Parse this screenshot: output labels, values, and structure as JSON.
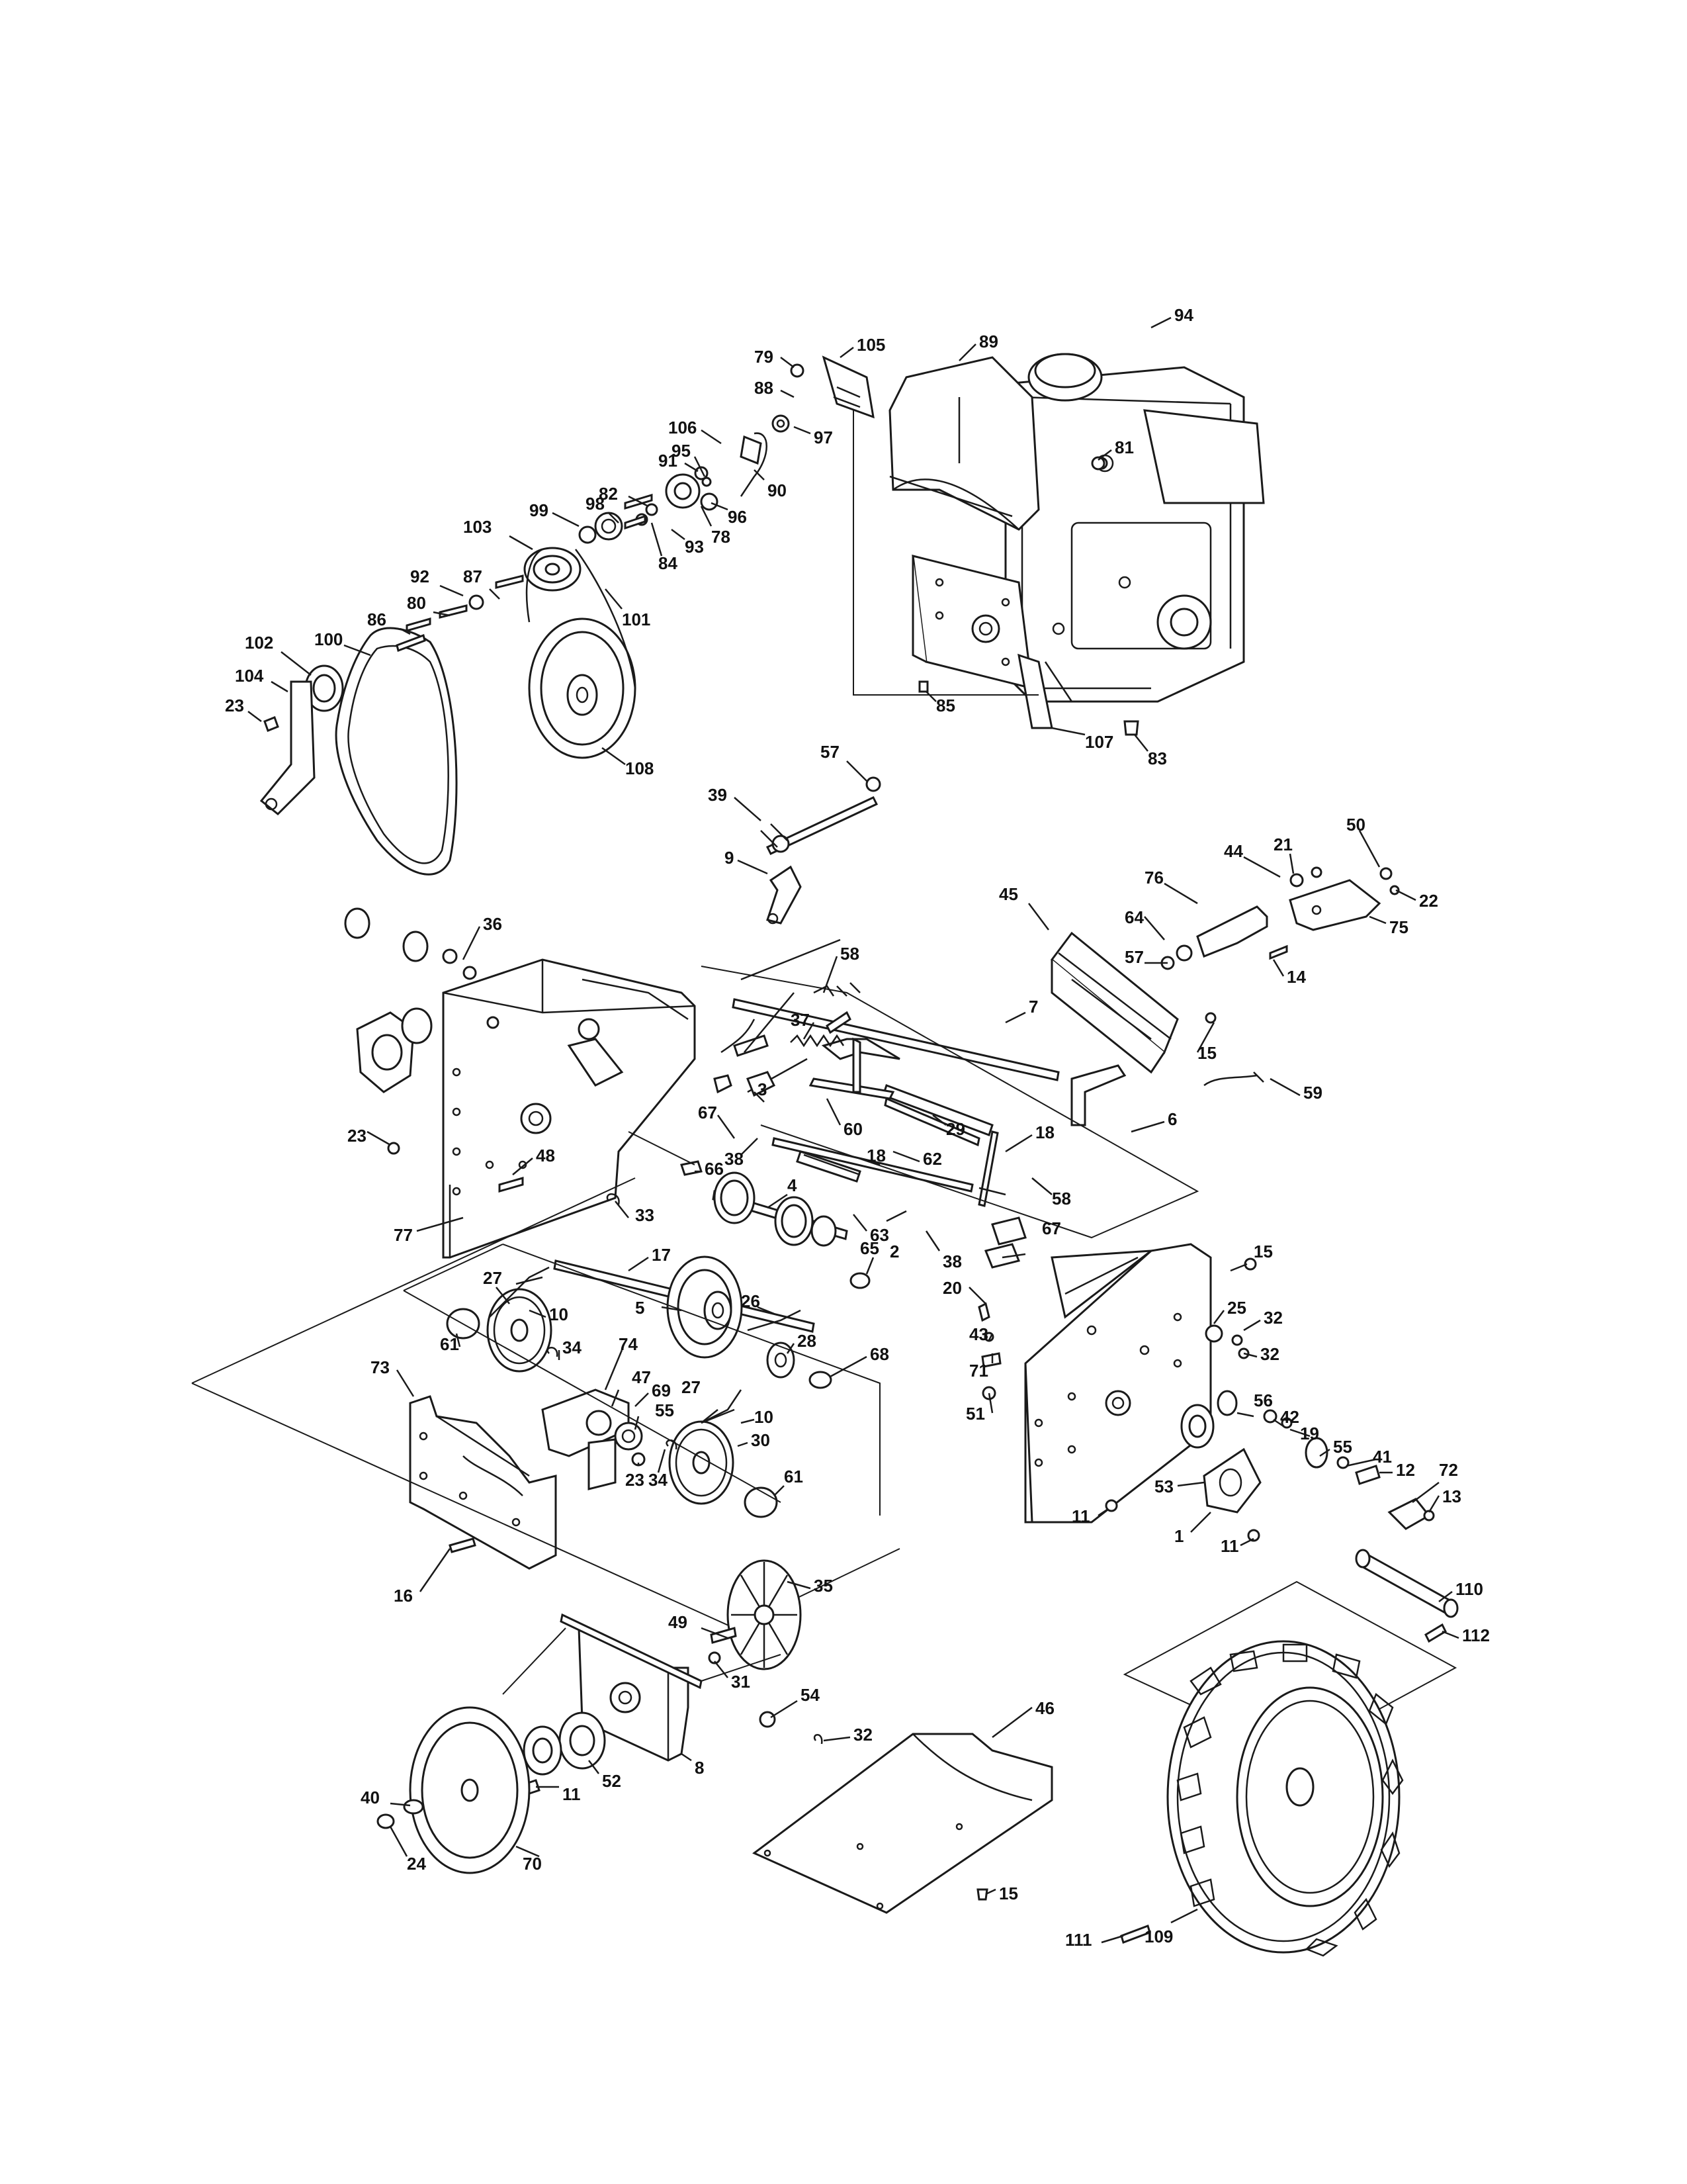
{
  "diagram": {
    "callouts": [
      {
        "id": "79",
        "label": "79"
      },
      {
        "id": "105",
        "label": "105"
      },
      {
        "id": "89",
        "label": "89"
      },
      {
        "id": "94",
        "label": "94"
      },
      {
        "id": "88",
        "label": "88"
      },
      {
        "id": "97",
        "label": "97"
      },
      {
        "id": "106",
        "label": "106"
      },
      {
        "id": "81",
        "label": "81"
      },
      {
        "id": "91",
        "label": "91"
      },
      {
        "id": "95",
        "label": "95"
      },
      {
        "id": "90",
        "label": "90"
      },
      {
        "id": "82",
        "label": "82"
      },
      {
        "id": "96",
        "label": "96"
      },
      {
        "id": "99",
        "label": "99"
      },
      {
        "id": "98",
        "label": "98"
      },
      {
        "id": "78",
        "label": "78"
      },
      {
        "id": "103",
        "label": "103"
      },
      {
        "id": "93",
        "label": "93"
      },
      {
        "id": "84",
        "label": "84"
      },
      {
        "id": "92",
        "label": "92"
      },
      {
        "id": "87",
        "label": "87"
      },
      {
        "id": "101",
        "label": "101"
      },
      {
        "id": "80",
        "label": "80"
      },
      {
        "id": "86",
        "label": "86"
      },
      {
        "id": "100",
        "label": "100"
      },
      {
        "id": "102",
        "label": "102"
      },
      {
        "id": "104",
        "label": "104"
      },
      {
        "id": "23a",
        "label": "23"
      },
      {
        "id": "108",
        "label": "108"
      },
      {
        "id": "85",
        "label": "85"
      },
      {
        "id": "107",
        "label": "107"
      },
      {
        "id": "83",
        "label": "83"
      },
      {
        "id": "57a",
        "label": "57"
      },
      {
        "id": "39",
        "label": "39"
      },
      {
        "id": "9",
        "label": "9"
      },
      {
        "id": "50",
        "label": "50"
      },
      {
        "id": "21",
        "label": "21"
      },
      {
        "id": "44",
        "label": "44"
      },
      {
        "id": "76",
        "label": "76"
      },
      {
        "id": "22",
        "label": "22"
      },
      {
        "id": "64",
        "label": "64"
      },
      {
        "id": "75",
        "label": "75"
      },
      {
        "id": "45",
        "label": "45"
      },
      {
        "id": "57b",
        "label": "57"
      },
      {
        "id": "14",
        "label": "14"
      },
      {
        "id": "36",
        "label": "36"
      },
      {
        "id": "58a",
        "label": "58"
      },
      {
        "id": "15a",
        "label": "15"
      },
      {
        "id": "37",
        "label": "37"
      },
      {
        "id": "7",
        "label": "7"
      },
      {
        "id": "67a",
        "label": "67"
      },
      {
        "id": "3",
        "label": "3"
      },
      {
        "id": "18a",
        "label": "18"
      },
      {
        "id": "60",
        "label": "60"
      },
      {
        "id": "29",
        "label": "29"
      },
      {
        "id": "59",
        "label": "59"
      },
      {
        "id": "6",
        "label": "6"
      },
      {
        "id": "23b",
        "label": "23"
      },
      {
        "id": "38a",
        "label": "38"
      },
      {
        "id": "48",
        "label": "48"
      },
      {
        "id": "62",
        "label": "62"
      },
      {
        "id": "18b",
        "label": "18"
      },
      {
        "id": "66",
        "label": "66"
      },
      {
        "id": "77",
        "label": "77"
      },
      {
        "id": "58b",
        "label": "58"
      },
      {
        "id": "4",
        "label": "4"
      },
      {
        "id": "33",
        "label": "33"
      },
      {
        "id": "63",
        "label": "63"
      },
      {
        "id": "67b",
        "label": "67"
      },
      {
        "id": "2",
        "label": "2"
      },
      {
        "id": "17",
        "label": "17"
      },
      {
        "id": "65",
        "label": "65"
      },
      {
        "id": "38b",
        "label": "38"
      },
      {
        "id": "15b",
        "label": "15"
      },
      {
        "id": "27a",
        "label": "27"
      },
      {
        "id": "20",
        "label": "20"
      },
      {
        "id": "5",
        "label": "5"
      },
      {
        "id": "26",
        "label": "26"
      },
      {
        "id": "10a",
        "label": "10"
      },
      {
        "id": "25",
        "label": "25"
      },
      {
        "id": "32a",
        "label": "32"
      },
      {
        "id": "61a",
        "label": "61"
      },
      {
        "id": "43",
        "label": "43"
      },
      {
        "id": "28",
        "label": "28"
      },
      {
        "id": "34a",
        "label": "34"
      },
      {
        "id": "74",
        "label": "74"
      },
      {
        "id": "68",
        "label": "68"
      },
      {
        "id": "32b",
        "label": "32"
      },
      {
        "id": "73",
        "label": "73"
      },
      {
        "id": "47",
        "label": "47"
      },
      {
        "id": "71",
        "label": "71"
      },
      {
        "id": "69",
        "label": "69"
      },
      {
        "id": "27b",
        "label": "27"
      },
      {
        "id": "55a",
        "label": "55"
      },
      {
        "id": "10b",
        "label": "10"
      },
      {
        "id": "51",
        "label": "51"
      },
      {
        "id": "56",
        "label": "56"
      },
      {
        "id": "42",
        "label": "42"
      },
      {
        "id": "19",
        "label": "19"
      },
      {
        "id": "30",
        "label": "30"
      },
      {
        "id": "55b",
        "label": "55"
      },
      {
        "id": "41",
        "label": "41"
      },
      {
        "id": "12",
        "label": "12"
      },
      {
        "id": "72",
        "label": "72"
      },
      {
        "id": "23c",
        "label": "23"
      },
      {
        "id": "34b",
        "label": "34"
      },
      {
        "id": "61b",
        "label": "61"
      },
      {
        "id": "53",
        "label": "53"
      },
      {
        "id": "13",
        "label": "13"
      },
      {
        "id": "11a",
        "label": "11"
      },
      {
        "id": "1",
        "label": "1"
      },
      {
        "id": "11b",
        "label": "11"
      },
      {
        "id": "16",
        "label": "16"
      },
      {
        "id": "110",
        "label": "110"
      },
      {
        "id": "35",
        "label": "35"
      },
      {
        "id": "49",
        "label": "49"
      },
      {
        "id": "31",
        "label": "31"
      },
      {
        "id": "112",
        "label": "112"
      },
      {
        "id": "54",
        "label": "54"
      },
      {
        "id": "46",
        "label": "46"
      },
      {
        "id": "32c",
        "label": "32"
      },
      {
        "id": "8",
        "label": "8"
      },
      {
        "id": "52",
        "label": "52"
      },
      {
        "id": "11c",
        "label": "11"
      },
      {
        "id": "40",
        "label": "40"
      },
      {
        "id": "15c",
        "label": "15"
      },
      {
        "id": "24",
        "label": "24"
      },
      {
        "id": "70",
        "label": "70"
      },
      {
        "id": "111",
        "label": "111"
      },
      {
        "id": "109",
        "label": "109"
      }
    ]
  }
}
